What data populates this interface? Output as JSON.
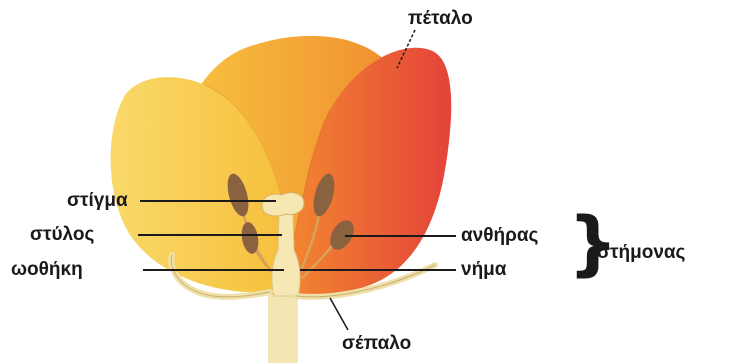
{
  "labels": {
    "petal": "πέταλο",
    "stigma": "στίγμα",
    "style": "στύλος",
    "ovary": "ωοθήκη",
    "anther": "ανθήρας",
    "filament": "νήμα",
    "stamen": "στήμονας",
    "sepal": "σέπαλο"
  },
  "colors": {
    "petal_yellow": "#f7c93f",
    "petal_orange": "#f28a2e",
    "petal_red": "#e8473a",
    "anther_brown": "#8a6240",
    "stem_cream": "#f3e6b3",
    "line": "#1a1a1a"
  }
}
